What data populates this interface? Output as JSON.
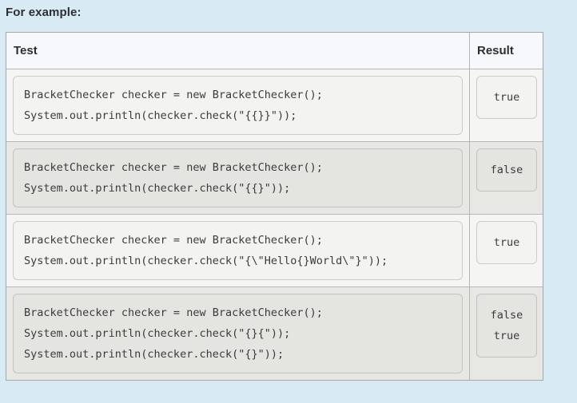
{
  "page": {
    "background_color": "#d8ebf5",
    "intro_label": "For example:"
  },
  "table": {
    "headers": {
      "test": "Test",
      "result": "Result"
    },
    "rows": [
      {
        "code": [
          "BracketChecker checker = new BracketChecker();",
          "System.out.println(checker.check(\"{{}}\"));"
        ],
        "results": [
          "true"
        ]
      },
      {
        "code": [
          "BracketChecker checker = new BracketChecker();",
          "System.out.println(checker.check(\"{{}\"));"
        ],
        "results": [
          "false"
        ]
      },
      {
        "code": [
          "BracketChecker checker = new BracketChecker();",
          "System.out.println(checker.check(\"{\\\"Hello{}World\\\"}\"));"
        ],
        "results": [
          "true"
        ]
      },
      {
        "code": [
          "BracketChecker checker = new BracketChecker();",
          "System.out.println(checker.check(\"{}{\"));",
          "System.out.println(checker.check(\"{}\"));"
        ],
        "results": [
          "false",
          "true"
        ]
      }
    ]
  }
}
